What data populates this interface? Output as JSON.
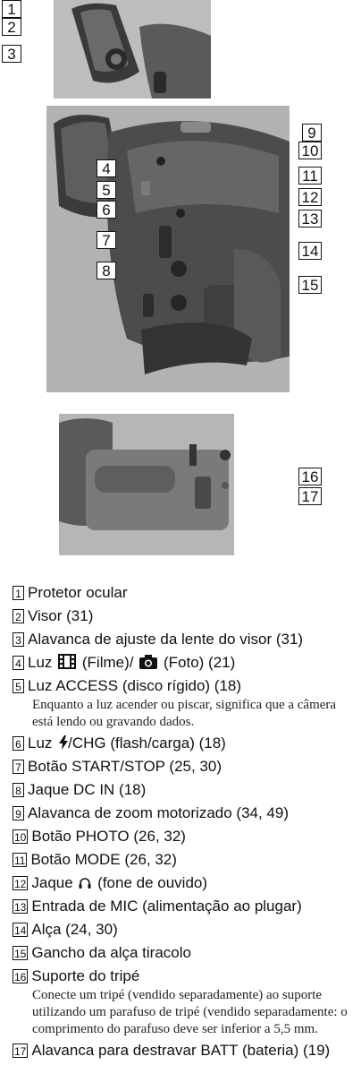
{
  "callouts": [
    "1",
    "2",
    "3",
    "4",
    "5",
    "6",
    "7",
    "8",
    "9",
    "10",
    "11",
    "12",
    "13",
    "14",
    "15",
    "16",
    "17"
  ],
  "items": [
    {
      "num": "1",
      "label": "Protetor ocular"
    },
    {
      "num": "2",
      "label": "Visor (31)"
    },
    {
      "num": "3",
      "label": "Alavanca de ajuste da lente do visor (31)"
    },
    {
      "num": "4",
      "label_pre": "Luz",
      "label_mid": "(Filme)/",
      "label_post": "(Foto) (21)",
      "icons": [
        "film-icon",
        "camera-icon"
      ]
    },
    {
      "num": "5",
      "label": "Luz ACCESS (disco rígido) (18)",
      "desc": "Enquanto a luz acender ou piscar, significa que a câmera está lendo ou gravando dados."
    },
    {
      "num": "6",
      "label_pre": "Luz",
      "label_post": "/CHG (flash/carga) (18)",
      "icons": [
        "flash-icon"
      ]
    },
    {
      "num": "7",
      "label": "Botão START/STOP (25, 30)"
    },
    {
      "num": "8",
      "label": "Jaque DC IN (18)"
    },
    {
      "num": "9",
      "label": "Alavanca de zoom motorizado (34, 49)"
    },
    {
      "num": "10",
      "label": "Botão PHOTO (26, 32)"
    },
    {
      "num": "11",
      "label": "Botão MODE (26, 32)"
    },
    {
      "num": "12",
      "label_pre": "Jaque",
      "label_post": "(fone de ouvido)",
      "icons": [
        "headphones-icon"
      ]
    },
    {
      "num": "13",
      "label": "Entrada de MIC (alimentação ao plugar)"
    },
    {
      "num": "14",
      "label": "Alça (24, 30)"
    },
    {
      "num": "15",
      "label": "Gancho da alça tiracolo"
    },
    {
      "num": "16",
      "label": "Suporte do tripé",
      "desc": "Conecte um tripé (vendido separadamente) ao suporte utilizando um parafuso de tripé (vendido separadamente: o comprimento do parafuso deve ser inferior a 5,5 mm."
    },
    {
      "num": "17",
      "label": "Alavanca para destravar BATT (bateria) (19)"
    }
  ]
}
